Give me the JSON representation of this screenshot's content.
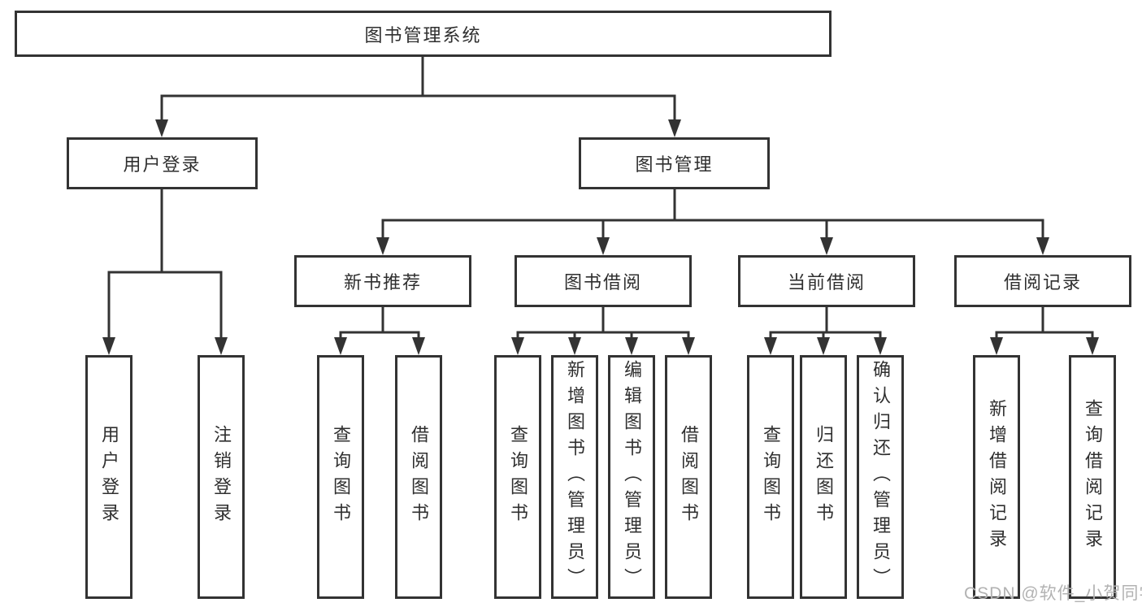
{
  "diagram": {
    "title_node": "图书管理系统",
    "nodes": {
      "root": "图书管理系统",
      "user_login": "用户登录",
      "book_management": "图书管理",
      "new_book_recommend": "新书推荐",
      "book_borrowing": "图书借阅",
      "current_borrowing": "当前借阅",
      "borrowing_records": "借阅记录",
      "leaf_user_login": "用户登录",
      "leaf_logout": "注销登录",
      "leaf_recommend_query_book": "查询图书",
      "leaf_recommend_borrow_book": "借阅图书",
      "leaf_borrow_query_book": "查询图书",
      "leaf_borrow_add_book_admin": "新增图书（管理员）",
      "leaf_borrow_edit_book_admin": "编辑图书（管理员）",
      "leaf_borrow_borrow_book": "借阅图书",
      "leaf_current_query_book": "查询图书",
      "leaf_current_return_book": "归还图书",
      "leaf_current_confirm_return_admin": "确认归还（管理员）",
      "leaf_records_add_record": "新增借阅记录",
      "leaf_records_query_record": "查询借阅记录"
    },
    "hierarchy": {
      "图书管理系统": {
        "用户登录": [
          "用户登录",
          "注销登录"
        ],
        "图书管理": {
          "新书推荐": [
            "查询图书",
            "借阅图书"
          ],
          "图书借阅": [
            "查询图书",
            "新增图书（管理员）",
            "编辑图书（管理员）",
            "借阅图书"
          ],
          "当前借阅": [
            "查询图书",
            "归还图书",
            "确认归还（管理员）"
          ],
          "借阅记录": [
            "新增借阅记录",
            "查询借阅记录"
          ]
        }
      }
    },
    "watermark": "CSDN @软件_小贺同学",
    "colors": {
      "line": "#333333",
      "box_border": "#333333",
      "box_fill": "#ffffff",
      "text": "#2f2f2f",
      "watermark": "#b2b2b2",
      "background": "#ffffff"
    }
  }
}
